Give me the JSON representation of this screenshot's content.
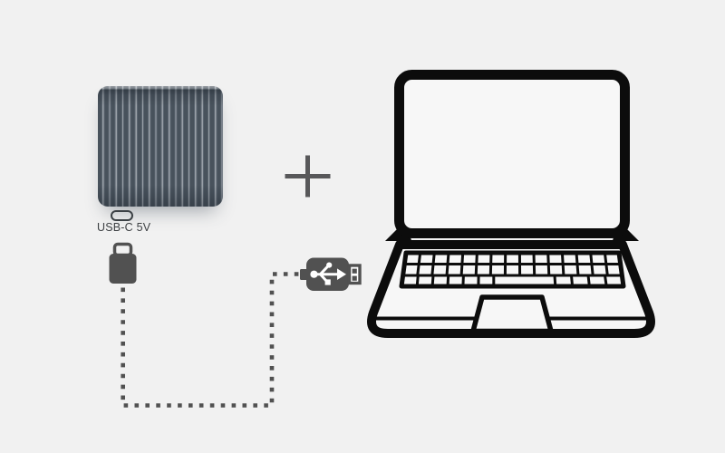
{
  "diagram": {
    "device_label": "USB-C 5V"
  },
  "icons": {
    "device": "ribbed-heatsink-device",
    "port": "usb-c-port-icon",
    "connector": "usb-c-plug-icon",
    "cable": "dotted-cable-path",
    "plug": "usb-a-plug-icon",
    "plus": "plus-icon",
    "laptop": "laptop-icon"
  },
  "colors": {
    "background": "#f1f1f1",
    "device-body": "#5b6570",
    "device-groove": "#48525c",
    "device-ridge": "#99a0a7",
    "port-outline": "#3c4145",
    "label-text": "#3d4043",
    "cable": "#515151",
    "plus": "#58585a",
    "laptop": "#0c0c0c",
    "screen-fill": "#f7f7f7",
    "plug-symbol": "#ffffff"
  }
}
